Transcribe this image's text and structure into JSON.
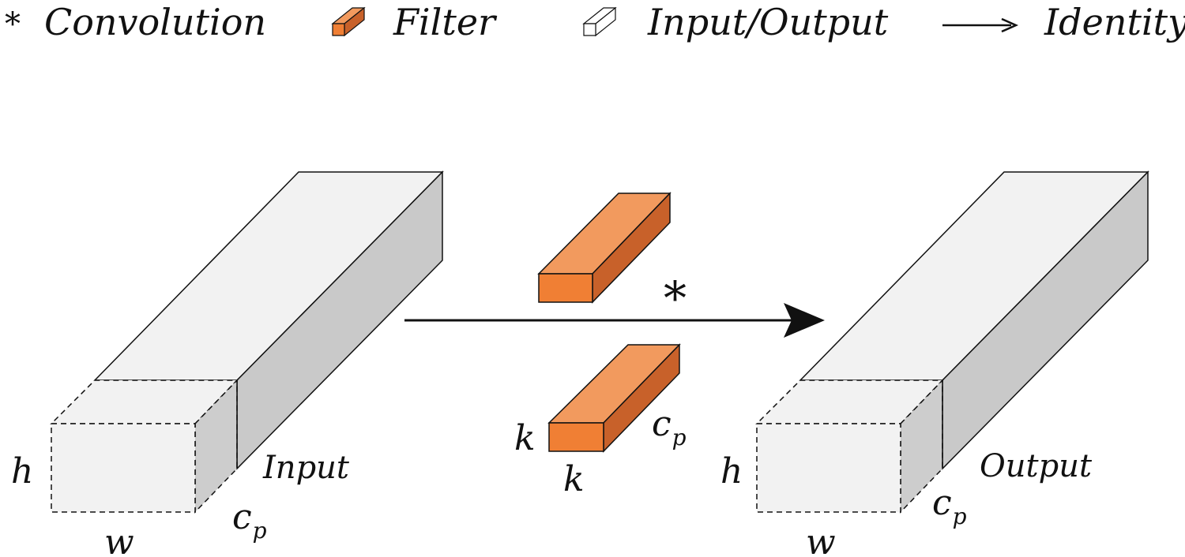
{
  "legend": {
    "convolution": {
      "symbol": "*",
      "label": "Convolution"
    },
    "filter": {
      "label": "Filter"
    },
    "input_output": {
      "label": "Input/Output"
    },
    "identity": {
      "label": "Identity"
    }
  },
  "diagram": {
    "input": {
      "label": "Input",
      "h": "h",
      "w": "w",
      "c": "c",
      "c_sub": "p"
    },
    "output": {
      "label": "Output",
      "h": "h",
      "w": "w",
      "c": "c",
      "c_sub": "p"
    },
    "filter": {
      "k_side": "k",
      "k_bottom": "k",
      "c": "c",
      "c_sub": "p"
    },
    "operator": "*"
  },
  "colors": {
    "filter_front": "#f07f34",
    "filter_top": "#f29a5e",
    "filter_side": "#c8612a",
    "block_front": "#f2f2f2",
    "block_top": "#f2f2f2",
    "block_side": "#c9c9c9",
    "stroke": "#111111"
  }
}
